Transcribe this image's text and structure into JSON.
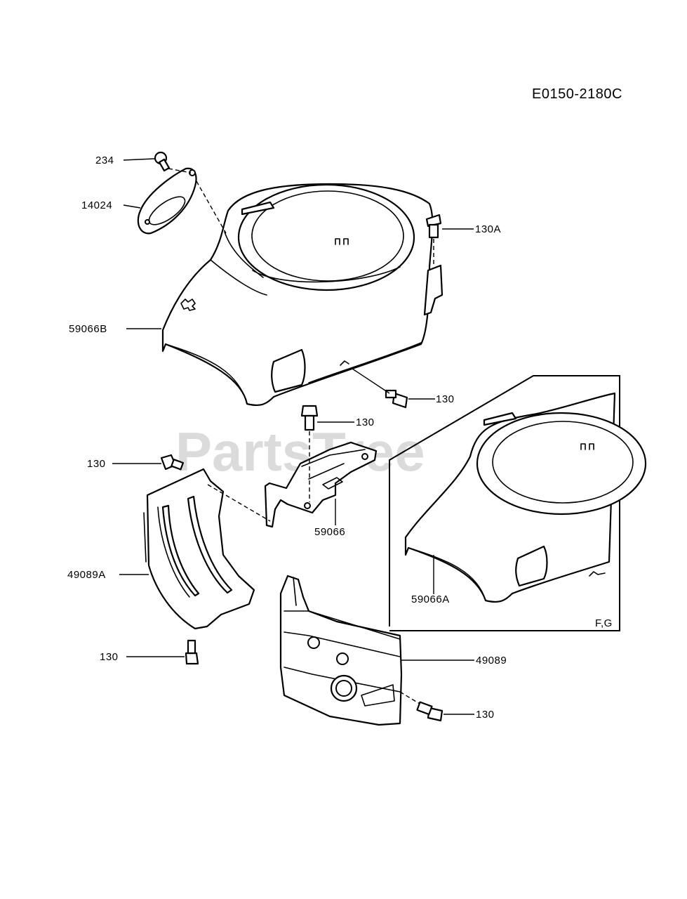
{
  "diagram_code": "E0150-2180C",
  "watermark": "PartsTree",
  "inset_variant": "F,G",
  "callouts": [
    {
      "id": "c234",
      "label": "234"
    },
    {
      "id": "c14024",
      "label": "14024"
    },
    {
      "id": "c130A",
      "label": "130A"
    },
    {
      "id": "c59066B",
      "label": "59066B"
    },
    {
      "id": "c130a",
      "label": "130"
    },
    {
      "id": "c130b",
      "label": "130"
    },
    {
      "id": "c130c",
      "label": "130"
    },
    {
      "id": "c59066",
      "label": "59066"
    },
    {
      "id": "c49089A",
      "label": "49089A"
    },
    {
      "id": "c130d",
      "label": "130"
    },
    {
      "id": "c59066A",
      "label": "59066A"
    },
    {
      "id": "c49089",
      "label": "49089"
    },
    {
      "id": "c130e",
      "label": "130"
    }
  ]
}
